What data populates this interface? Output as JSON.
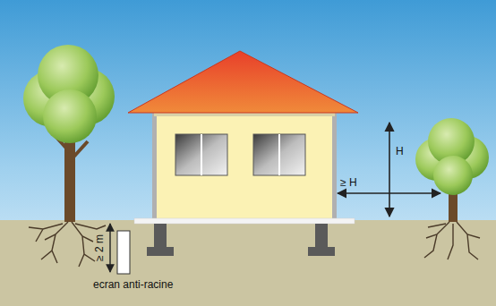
{
  "diagram": {
    "labels": [
      "H",
      "≥ H",
      "≥ 2 m",
      "ecran anti-racine"
    ]
  }
}
